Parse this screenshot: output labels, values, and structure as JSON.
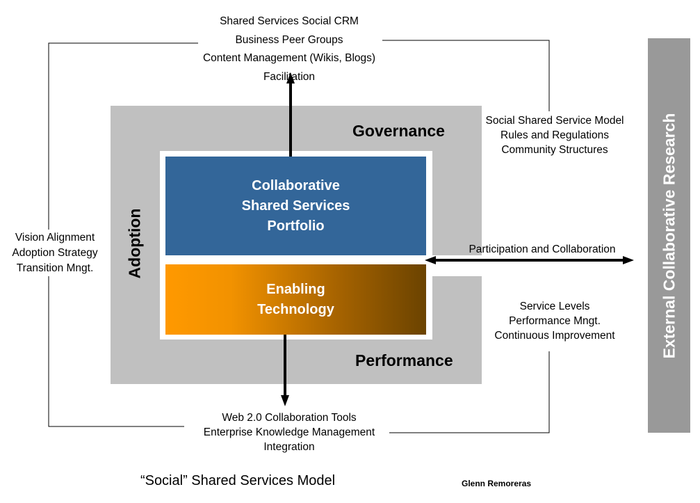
{
  "title": "“Social” Shared Services Model",
  "author": "Glenn Remoreras",
  "core": {
    "portfolio": [
      "Collaborative",
      "Shared Services",
      "Portfolio"
    ],
    "technology": [
      "Enabling",
      "Technology"
    ]
  },
  "frame_labels": {
    "governance": "Governance",
    "performance": "Performance",
    "adoption": "Adoption"
  },
  "external": "External Collaborative Research",
  "top_items": [
    "Shared Services Social CRM",
    "Business Peer Groups",
    "Content Management (Wikis, Blogs)",
    "Facilitation"
  ],
  "governance_items": [
    "Social Shared Service Model",
    "Rules and Regulations",
    "Community Structures"
  ],
  "participation": "Participation and Collaboration",
  "performance_items": [
    "Service Levels",
    "Performance Mngt.",
    "Continuous Improvement"
  ],
  "adoption_items": [
    "Vision Alignment",
    "Adoption Strategy",
    "Transition Mngt."
  ],
  "bottom_items": [
    "Web 2.0 Collaboration Tools",
    "Enterprise Knowledge Management",
    "Integration"
  ],
  "colors": {
    "portfolio": "#336699",
    "technology_start": "#ff9900",
    "technology_end": "#6b4300",
    "frame": "#c0c0c0",
    "external_bar": "#999999"
  }
}
